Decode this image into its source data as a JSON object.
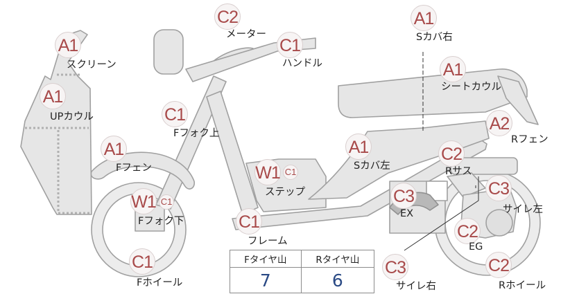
{
  "parts": [
    {
      "id": "meter",
      "grade": "C2",
      "label": "メーター"
    },
    {
      "id": "screen",
      "grade": "A1",
      "label": "スクリーン"
    },
    {
      "id": "handle",
      "grade": "C1",
      "label": "ハンドル"
    },
    {
      "id": "s-cover-right",
      "grade": "A1",
      "label": "Sカバ右"
    },
    {
      "id": "seat-cowl",
      "grade": "A1",
      "label": "シートカウル"
    },
    {
      "id": "up-cowl",
      "grade": "A1",
      "label": "UPカウル"
    },
    {
      "id": "f-fork-upper",
      "grade": "C1",
      "label": "Fフォク上"
    },
    {
      "id": "r-fender",
      "grade": "A2",
      "label": "Rフェン"
    },
    {
      "id": "f-fender",
      "grade": "A1",
      "label": "Fフェン"
    },
    {
      "id": "s-cover-left",
      "grade": "A1",
      "label": "Sカバ左"
    },
    {
      "id": "r-suspension",
      "grade": "C2",
      "label": "Rサス"
    },
    {
      "id": "step",
      "grade": "W1",
      "grade_extra": "C1",
      "label": "ステップ"
    },
    {
      "id": "muffler-left",
      "grade": "C3",
      "label": "サイレ左"
    },
    {
      "id": "exhaust",
      "grade": "C3",
      "label": "EX"
    },
    {
      "id": "f-fork-lower",
      "grade": "W1",
      "grade_extra": "C1",
      "label": "Fフォク下"
    },
    {
      "id": "frame",
      "grade": "C1",
      "label": "フレーム"
    },
    {
      "id": "engine",
      "grade": "C2",
      "label": "EG"
    },
    {
      "id": "f-wheel",
      "grade": "C1",
      "label": "Fホイール"
    },
    {
      "id": "muffler-right",
      "grade": "C3",
      "label": "サイレ右"
    },
    {
      "id": "r-wheel",
      "grade": "C2",
      "label": "Rホイール"
    }
  ],
  "tire_tread": {
    "front_label": "Fタイヤ山",
    "rear_label": "Rタイヤ山",
    "front_value": "7",
    "rear_value": "6"
  },
  "colors": {
    "grade_text": "#a84a4a",
    "tread_value": "#2a4a85",
    "body_fill": "#e6e6e6",
    "body_stroke": "#9a9a9a"
  }
}
